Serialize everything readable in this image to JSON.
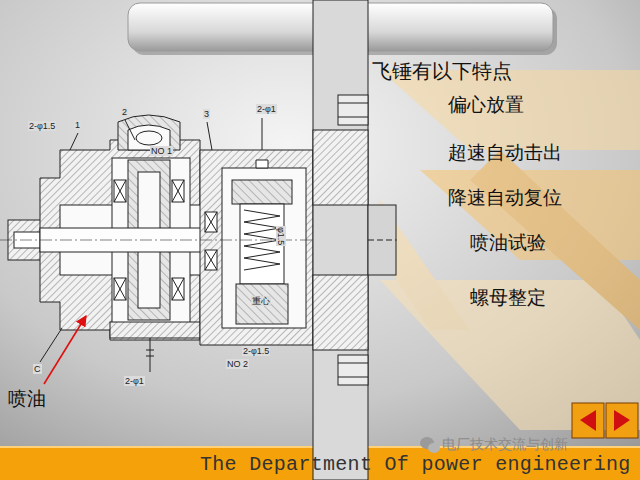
{
  "diagram": {
    "title": "飞锤有以下特点",
    "labels": [
      "偏心放置",
      "超速自动击出",
      "降速自动复位",
      "喷油试验",
      "螺母整定",
      "喷油",
      "1",
      "2",
      "3",
      "2-φ1.5",
      "NO 1",
      "2-φ1",
      "C",
      "2-φ1",
      "2-φ1.5",
      "NO 2",
      "重心",
      "φ1.5",
      "电厂技术交流与创新",
      "The Department Of power engineering"
    ]
  }
}
